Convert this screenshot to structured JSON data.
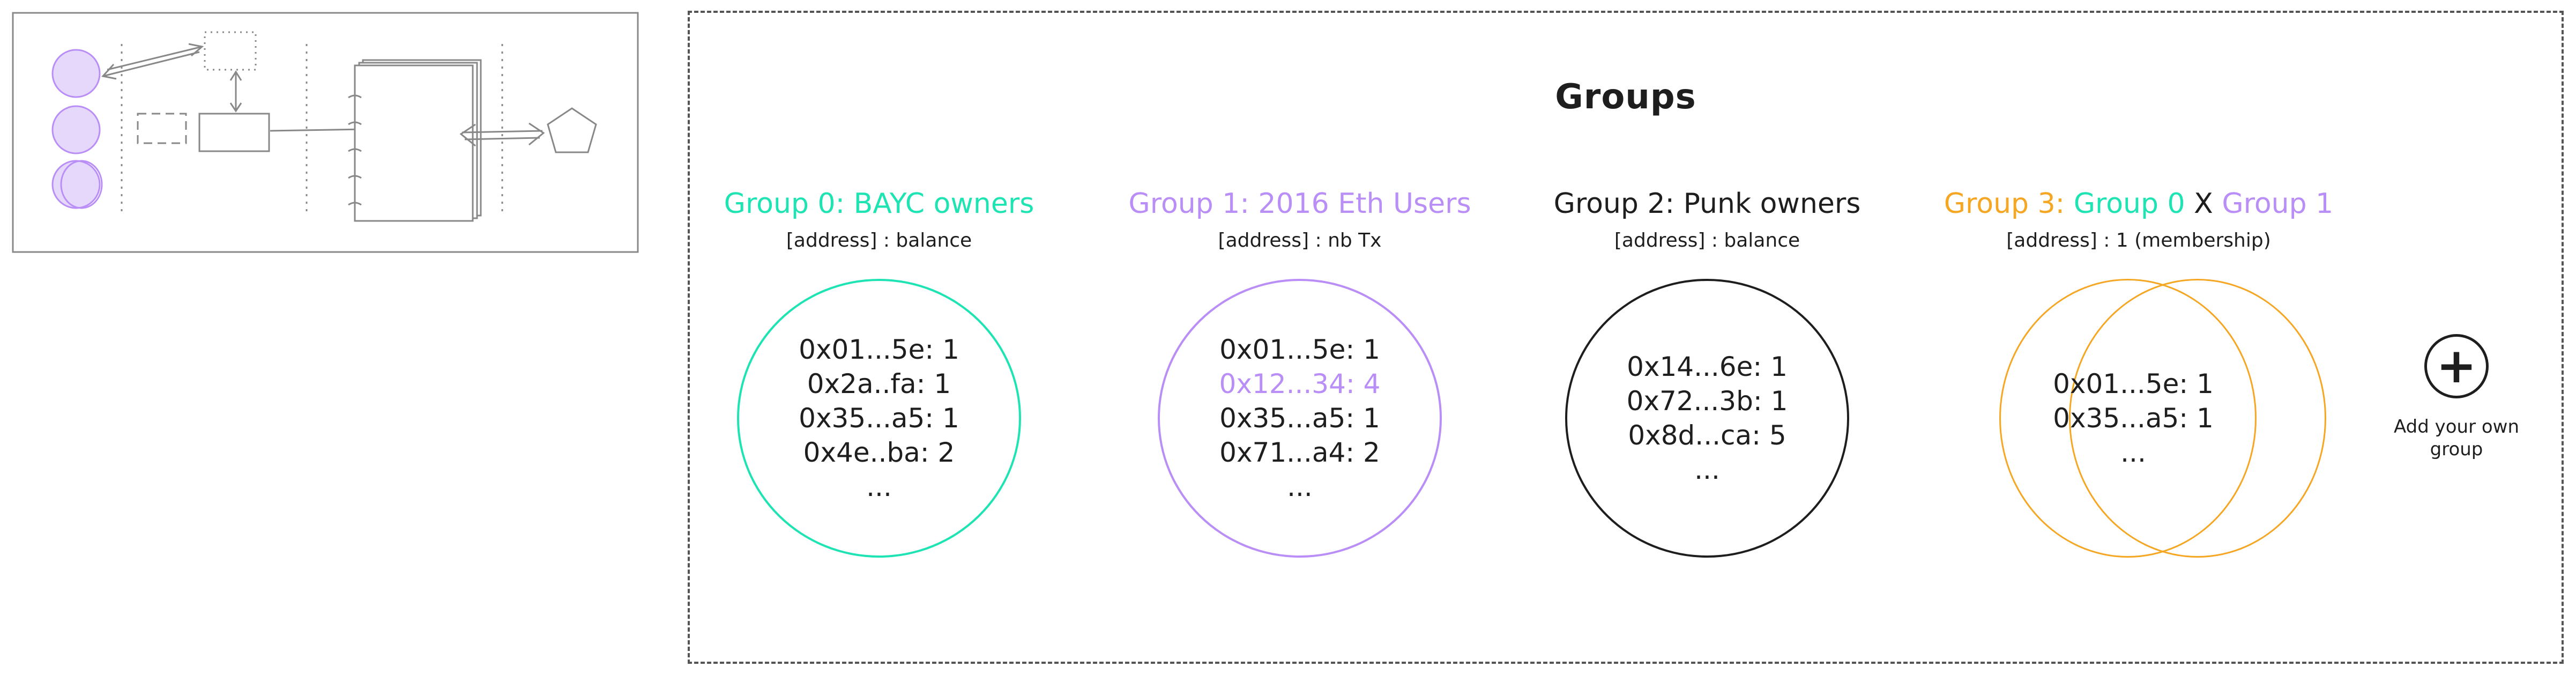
{
  "colors": {
    "green": "#1ee3b2",
    "purple": "#b98ef7",
    "black": "#1e1e1e",
    "orange": "#f5a623",
    "frame": "#555555"
  },
  "title": "Groups",
  "groups": [
    {
      "title_parts": [
        {
          "text": "Group 0: BAYC owners",
          "color": "#1ee3b2"
        }
      ],
      "subtitle": "[address] : balance",
      "entries": [
        {
          "text": "0x01...5e: 1",
          "color": "#1e1e1e"
        },
        {
          "text": "0x2a..fa: 1",
          "color": "#1e1e1e"
        },
        {
          "text": "0x35...a5: 1",
          "color": "#1e1e1e"
        },
        {
          "text": "0x4e..ba: 2",
          "color": "#1e1e1e"
        },
        {
          "text": "...",
          "color": "#1e1e1e"
        }
      ]
    },
    {
      "title_parts": [
        {
          "text": "Group 1: 2016 Eth Users",
          "color": "#b98ef7"
        }
      ],
      "subtitle": "[address] : nb Tx",
      "entries": [
        {
          "text": "0x01...5e: 1",
          "color": "#1e1e1e"
        },
        {
          "text": "0x12...34: 4",
          "color": "#b98ef7"
        },
        {
          "text": "0x35...a5: 1",
          "color": "#1e1e1e"
        },
        {
          "text": "0x71...a4: 2",
          "color": "#1e1e1e"
        },
        {
          "text": "...",
          "color": "#1e1e1e"
        }
      ]
    },
    {
      "title_parts": [
        {
          "text": "Group 2: Punk owners",
          "color": "#1e1e1e"
        }
      ],
      "subtitle": "[address] : balance",
      "entries": [
        {
          "text": "0x14...6e: 1",
          "color": "#1e1e1e"
        },
        {
          "text": "0x72...3b: 1",
          "color": "#1e1e1e"
        },
        {
          "text": "0x8d...ca: 5",
          "color": "#1e1e1e"
        },
        {
          "text": "...",
          "color": "#1e1e1e"
        }
      ]
    },
    {
      "title_parts": [
        {
          "text": "Group 3: ",
          "color": "#f5a623"
        },
        {
          "text": "Group 0",
          "color": "#1ee3b2"
        },
        {
          "text": " X ",
          "color": "#1e1e1e"
        },
        {
          "text": "Group 1",
          "color": "#b98ef7"
        }
      ],
      "subtitle": "[address] : 1 (membership)",
      "entries": [
        {
          "text": "0x01...5e: 1",
          "color": "#1e1e1e"
        },
        {
          "text": "0x35...a5: 1",
          "color": "#1e1e1e"
        },
        {
          "text": "...",
          "color": "#1e1e1e"
        }
      ]
    }
  ],
  "add_button": {
    "icon": "plus-icon",
    "symbol": "+",
    "label": "Add your own group"
  }
}
